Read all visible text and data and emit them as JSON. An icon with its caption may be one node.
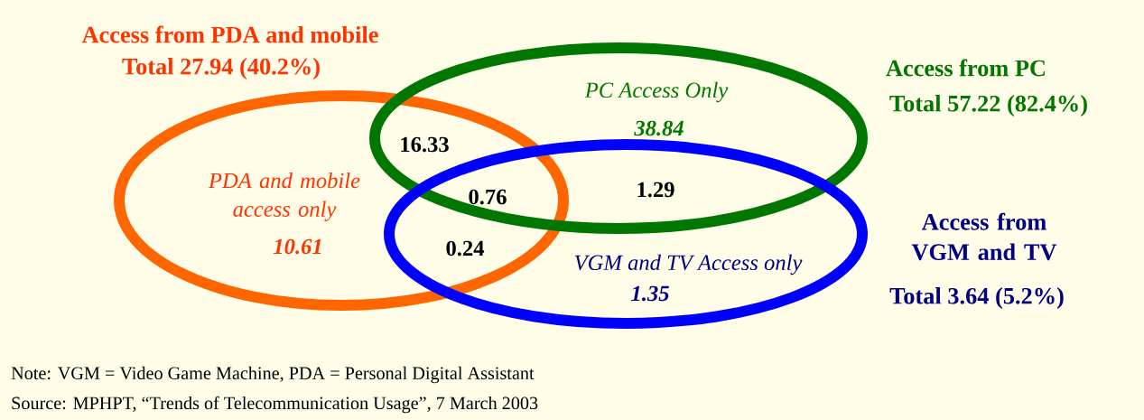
{
  "diagram": {
    "nodes": [
      {
        "text": [
          "Access from  PDA and mobile",
          "Total 27.94 (40.2%)",
          "PDA and mobile access only",
          "10.61"
        ]
      },
      {
        "text": [
          "Access from PC",
          "Total 57.22 (82.4%)",
          "PC Access Only",
          "38.84"
        ]
      },
      {
        "text": [
          "Access from VGM and TV",
          "Total 3.64 (5.2%)",
          "VGM and TV Access only",
          "1.35"
        ]
      }
    ],
    "labels": [
      "16.33",
      "0.76",
      "1.29",
      "0.24",
      "Note: VGM = Video Game Machine, PDA = Personal Digital Assistant",
      "Source: MPHPT, “Trends of Telecommunication Usage”, 7 March 2003"
    ]
  }
}
